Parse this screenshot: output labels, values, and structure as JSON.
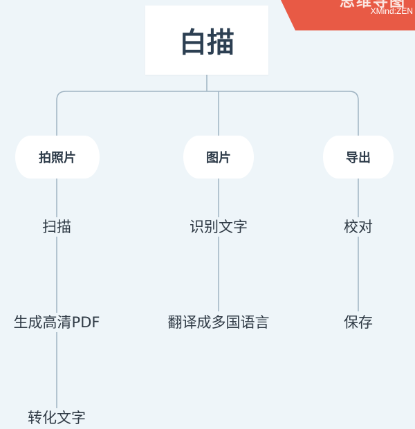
{
  "root": {
    "label": "白描"
  },
  "branches": [
    {
      "label": "拍照片",
      "children": [
        "扫描",
        "生成高清PDF",
        "转化文字"
      ]
    },
    {
      "label": "图片",
      "children": [
        "识别文字",
        "翻译成多国语言"
      ]
    },
    {
      "label": "导出",
      "children": [
        "校对",
        "保存"
      ]
    }
  ],
  "badge": {
    "title": "思维导图",
    "brand": "XMind:ZEN"
  },
  "colors": {
    "background": "#eef5f9",
    "line": "#9fb3c2",
    "badge": "#e85a45",
    "node": "#ffffff"
  }
}
